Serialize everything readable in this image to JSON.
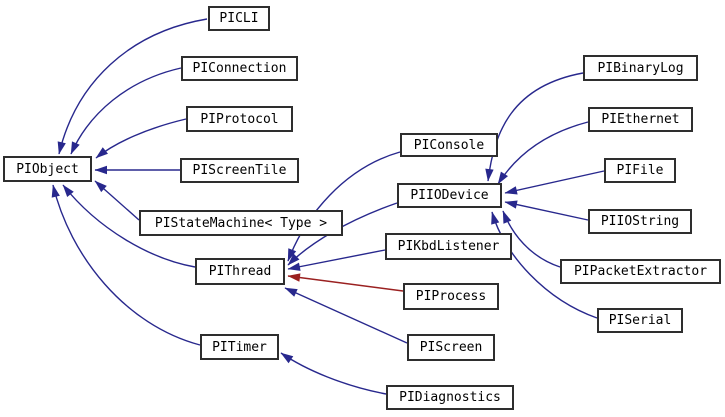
{
  "diagram": {
    "type": "class-inheritance-graph",
    "background_color": "#ffffff",
    "node_border_color": "#2e2e2e",
    "node_fill_color": "#ffffff",
    "node_text_color": "#000000",
    "edge_colors": {
      "public_inheritance": "#28288d",
      "private_inheritance": "#9a2020"
    },
    "nodes": {
      "piobject": {
        "label": "PIObject"
      },
      "picli": {
        "label": "PICLI"
      },
      "piconnection": {
        "label": "PIConnection"
      },
      "piprotocol": {
        "label": "PIProtocol"
      },
      "piscreentile": {
        "label": "PIScreenTile"
      },
      "pistatemachine": {
        "label": "PIStateMachine< Type >"
      },
      "pithread": {
        "label": "PIThread"
      },
      "pitimer": {
        "label": "PITimer"
      },
      "piconsole": {
        "label": "PIConsole"
      },
      "piiodevice": {
        "label": "PIIODevice"
      },
      "pikbdlistener": {
        "label": "PIKbdListener"
      },
      "piprocess": {
        "label": "PIProcess"
      },
      "piscreen": {
        "label": "PIScreen"
      },
      "pidiagnostics": {
        "label": "PIDiagnostics"
      },
      "pibinarylog": {
        "label": "PIBinaryLog"
      },
      "piethernet": {
        "label": "PIEthernet"
      },
      "pifile": {
        "label": "PIFile"
      },
      "piiostring": {
        "label": "PIIOString"
      },
      "pipacketextractor": {
        "label": "PIPacketExtractor"
      },
      "piserial": {
        "label": "PISerial"
      }
    },
    "edges": [
      {
        "from": "PICLI",
        "to": "PIObject",
        "style": "public"
      },
      {
        "from": "PIConnection",
        "to": "PIObject",
        "style": "public"
      },
      {
        "from": "PIProtocol",
        "to": "PIObject",
        "style": "public"
      },
      {
        "from": "PIScreenTile",
        "to": "PIObject",
        "style": "public"
      },
      {
        "from": "PIStateMachine< Type >",
        "to": "PIObject",
        "style": "public"
      },
      {
        "from": "PIThread",
        "to": "PIObject",
        "style": "public"
      },
      {
        "from": "PITimer",
        "to": "PIObject",
        "style": "public"
      },
      {
        "from": "PIConsole",
        "to": "PIThread",
        "style": "public"
      },
      {
        "from": "PIIODevice",
        "to": "PIThread",
        "style": "public"
      },
      {
        "from": "PIKbdListener",
        "to": "PIThread",
        "style": "public"
      },
      {
        "from": "PIProcess",
        "to": "PIThread",
        "style": "private"
      },
      {
        "from": "PIScreen",
        "to": "PIThread",
        "style": "public"
      },
      {
        "from": "PIDiagnostics",
        "to": "PITimer",
        "style": "public"
      },
      {
        "from": "PIBinaryLog",
        "to": "PIIODevice",
        "style": "public"
      },
      {
        "from": "PIEthernet",
        "to": "PIIODevice",
        "style": "public"
      },
      {
        "from": "PIFile",
        "to": "PIIODevice",
        "style": "public"
      },
      {
        "from": "PIIOString",
        "to": "PIIODevice",
        "style": "public"
      },
      {
        "from": "PIPacketExtractor",
        "to": "PIIODevice",
        "style": "public"
      },
      {
        "from": "PISerial",
        "to": "PIIODevice",
        "style": "public"
      }
    ]
  }
}
